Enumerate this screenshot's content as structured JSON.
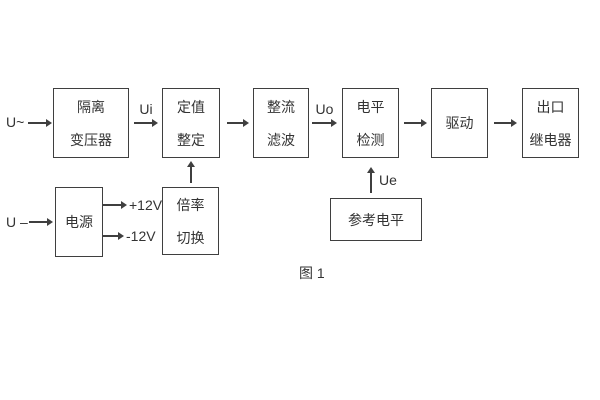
{
  "figure": {
    "caption": "图 1",
    "colors": {
      "line": "#3f3f3f",
      "text": "#333333",
      "background": "#ffffff"
    }
  },
  "blocks": {
    "isolation_transformer": {
      "line1": "隔离",
      "line2": "变压器"
    },
    "value_setting": {
      "line1": "定值",
      "line2": "整定"
    },
    "rectify_filter": {
      "line1": "整流",
      "line2": "滤波"
    },
    "level_detect": {
      "line1": "电平",
      "line2": "检测"
    },
    "drive": {
      "line1": "驱动"
    },
    "output_relay": {
      "line1": "出口",
      "line2": "继电器"
    },
    "power_supply": {
      "line1": "电源"
    },
    "ratio_switch": {
      "line1": "倍率",
      "line2": "切换"
    },
    "reference_level": {
      "line1": "参考电平"
    }
  },
  "labels": {
    "ac_input": "U~",
    "dc_input": "U –",
    "ui": "Ui",
    "uo": "Uo",
    "ue": "Ue",
    "plus_12v": "+12V",
    "minus_12v": "-12V"
  }
}
